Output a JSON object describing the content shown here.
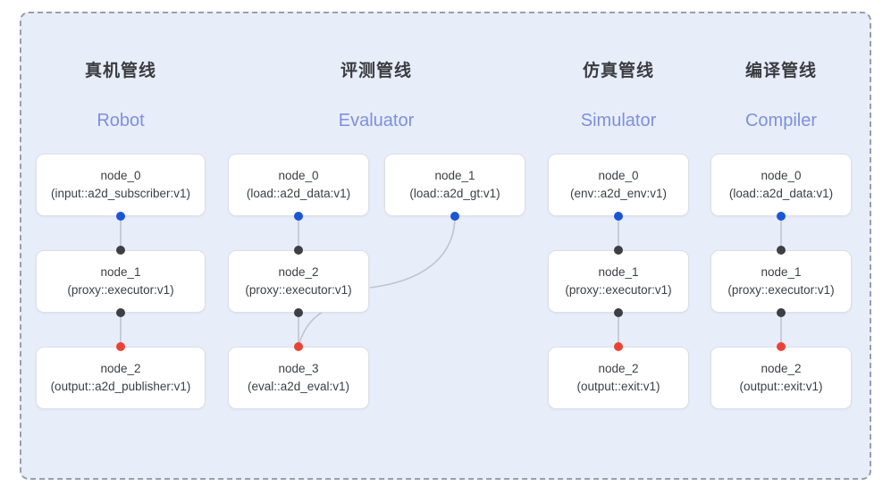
{
  "panel": {
    "background": "#e8edfa",
    "border_color": "#9aa0a6",
    "border_style": "dashed"
  },
  "palette": {
    "title_cn": "#3a3c40",
    "title_en": "#7d90dd",
    "node_text": "#3c4043",
    "node_bg": "#ffffff",
    "node_border": "#dcdfe4",
    "port_source": "#1a56d6",
    "port_link": "#3c4043",
    "port_sink": "#ea4335",
    "edge": "#bfc5cf"
  },
  "columns": [
    {
      "id": "robot",
      "title_cn": "真机管线",
      "title_en": "Robot",
      "nodes": [
        {
          "name": "node_0",
          "type": "(input::a2d_subscriber:v1)"
        },
        {
          "name": "node_1",
          "type": "(proxy::executor:v1)"
        },
        {
          "name": "node_2",
          "type": "(output::a2d_publisher:v1)"
        }
      ]
    },
    {
      "id": "evaluator",
      "title_cn": "评测管线",
      "title_en": "Evaluator",
      "nodes": [
        {
          "name": "node_0",
          "type": "(load::a2d_data:v1)"
        },
        {
          "name": "node_1",
          "type": "(load::a2d_gt:v1)"
        },
        {
          "name": "node_2",
          "type": "(proxy::executor:v1)"
        },
        {
          "name": "node_3",
          "type": "(eval::a2d_eval:v1)"
        }
      ]
    },
    {
      "id": "simulator",
      "title_cn": "仿真管线",
      "title_en": "Simulator",
      "nodes": [
        {
          "name": "node_0",
          "type": "(env::a2d_env:v1)"
        },
        {
          "name": "node_1",
          "type": "(proxy::executor:v1)"
        },
        {
          "name": "node_2",
          "type": "(output::exit:v1)"
        }
      ]
    },
    {
      "id": "compiler",
      "title_cn": "编译管线",
      "title_en": "Compiler",
      "nodes": [
        {
          "name": "node_0",
          "type": "(load::a2d_data:v1)"
        },
        {
          "name": "node_1",
          "type": "(proxy::executor:v1)"
        },
        {
          "name": "node_2",
          "type": "(output::exit:v1)"
        }
      ]
    }
  ]
}
